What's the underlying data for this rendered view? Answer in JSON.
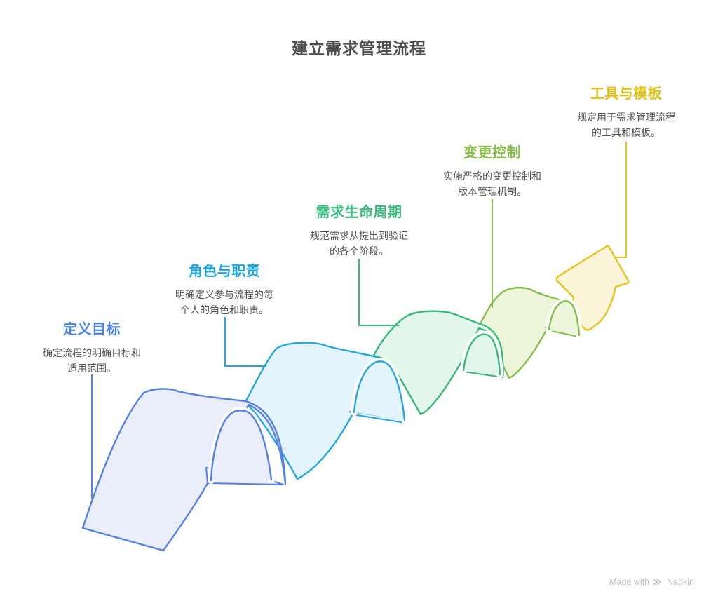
{
  "title": "建立需求管理流程",
  "stages": [
    {
      "label": "定义目标",
      "desc": [
        "确定流程的明确目标和",
        "适用范围。"
      ],
      "label_color": "#4A82E8",
      "stroke": "#5581E2",
      "fill": "#E9EEFA"
    },
    {
      "label": "角色与职责",
      "desc": [
        "明确定义参与流程的每",
        "个人的角色和职责。"
      ],
      "label_color": "#1BA5DF",
      "stroke": "#28A7DE",
      "fill": "#E4F4FC"
    },
    {
      "label": "需求生命周期",
      "desc": [
        "规范需求从提出到验证",
        "的各个阶段。"
      ],
      "label_color": "#3DBC7F",
      "stroke": "#39B97A",
      "fill": "#E3F6EC"
    },
    {
      "label": "变更控制",
      "desc": [
        "实施严格的变更控制和",
        "版本管理机制。"
      ],
      "label_color": "#86BE4A",
      "stroke": "#85BE4B",
      "fill": "#EDF6DB"
    },
    {
      "label": "工具与模板",
      "desc": [
        "规定用于需求管理流程",
        "的工具和模板。"
      ],
      "label_color": "#E0C216",
      "stroke": "#E5C41E",
      "fill": "#FCF5D9"
    }
  ],
  "footer": {
    "made_with": "Made with",
    "brand": "Napkin"
  },
  "text_colors": {
    "title": "#4D4D4D",
    "description": "#555555",
    "footer": "#B9BDC3"
  }
}
